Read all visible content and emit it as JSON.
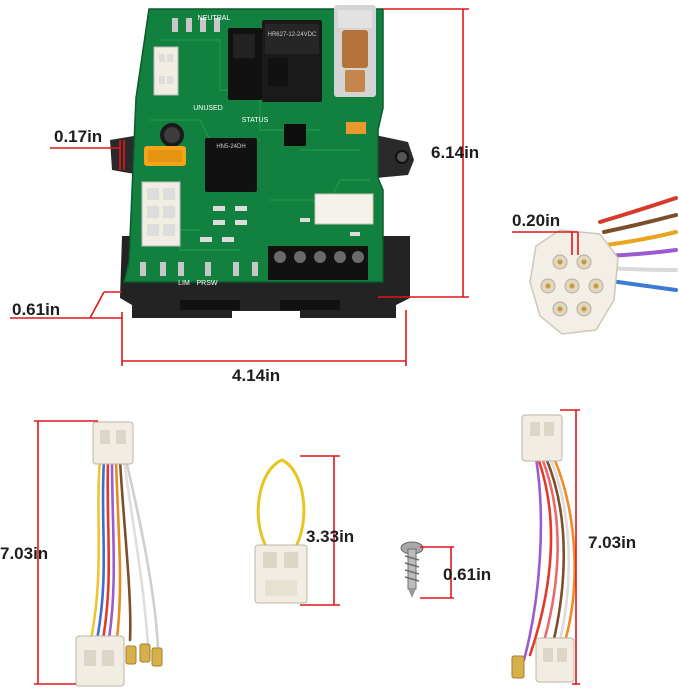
{
  "dimensions": {
    "board_width": "4.14in",
    "board_height": "6.14in",
    "fuse_width": "0.17in",
    "base_height": "0.61in",
    "plug_pitch": "0.20in",
    "harness_left_length": "7.03in",
    "jumper_length": "3.33in",
    "screw_length": "0.61in",
    "harness_right_length": "7.03in"
  },
  "board_markings": {
    "neutral": "NEUTRAL",
    "unused": "UNUSED",
    "status": "STATUS",
    "lim": "LIM",
    "prsw": "PRSW",
    "relay1": "HR627-12-24VDC",
    "relay2": "HN5-24DH"
  },
  "colors": {
    "pcb": "#12803f",
    "dimension_line": "#e0161b",
    "text": "#1e1e1e"
  },
  "items": [
    "control-board",
    "wire-plug",
    "wire-harness-left",
    "jumper-wire",
    "mounting-screw",
    "wire-harness-right"
  ]
}
